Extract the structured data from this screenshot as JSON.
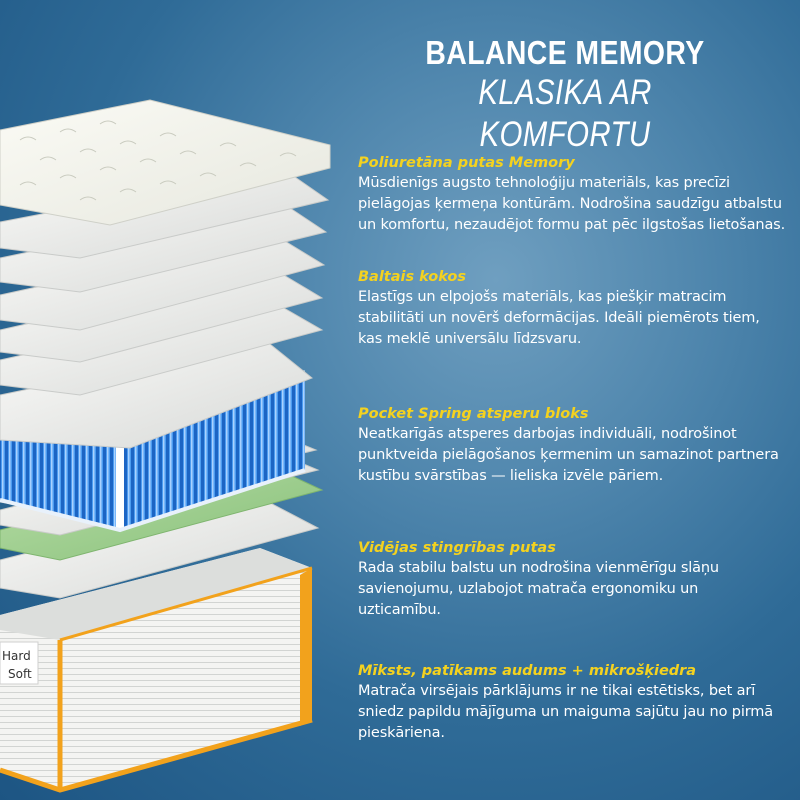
{
  "header": {
    "title": "BALANCE MEMORY",
    "subtitle": "KLASIKA AR KOMFORTU"
  },
  "sections": [
    {
      "title": "Poliuretāna putas Memory",
      "body": "Mūsdienīgs augsto tehnoloģiju materiāls, kas precīzi\npielāgojas ķermeņa kontūrām. Nodrošina saudzīgu atbalstu\nun komfortu, nezaudējot formu pat pēc ilgstošas lietošanas."
    },
    {
      "title": "Baltais kokos",
      "body": "Elastīgs un elpojošs materiāls, kas piešķir matracim\nstabilitāti un novērš deformācijas. Ideāli piemērots tiem,\nkas meklē universālu līdzsvaru."
    },
    {
      "title": "Pocket Spring atsperu bloks",
      "body": "Neatkarīgās atsperes darbojas individuāli, nodrošinot\npunktveida pielāgošanos ķermenim un samazinot partnera\nkustību svārstības — lieliska izvēle pāriem."
    },
    {
      "title": "Vidējas stingrības putas",
      "body": "Rada stabilu balstu un nodrošina vienmērīgu slāņu\nsavienojumu, uzlabojot matrača ergonomiku un\nuzticamību."
    },
    {
      "title": "Mīksts, patīkams audums + mikrošķiedra",
      "body": " Matrača virsējais pārklājums ir ne tikai estētisks, bet arī\nsniedz papildu mājīguma un maiguma sajūtu jau no pirmā\npieskāriena."
    }
  ],
  "mattress": {
    "side_label_top": "Hard",
    "side_label_bottom": "Soft",
    "colors": {
      "spring": "#1f6fd1",
      "green_layer": "#9fcf8e",
      "orange_edge": "#f2a21c",
      "cover": "#f3f4ee"
    }
  }
}
